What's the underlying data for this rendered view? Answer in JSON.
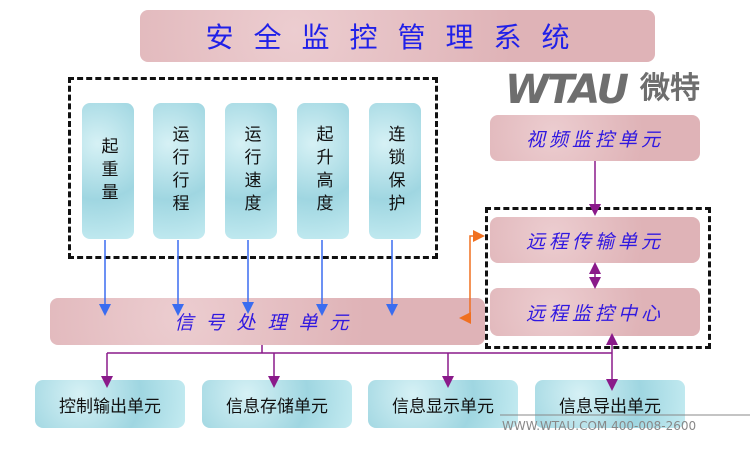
{
  "title": "安全监控管理系统",
  "sensors": [
    "起重量",
    "运行行程",
    "运行速度",
    "起升高度",
    "连锁保护"
  ],
  "signal_unit": "信号处理单元",
  "video_unit": "视频监控单元",
  "remote_transmission": "远程传输单元",
  "remote_center": "远程监控中心",
  "outputs": [
    "控制输出单元",
    "信息存储单元",
    "信息显示单元",
    "信息导出单元"
  ],
  "watermark": {
    "logo": "WTAU",
    "logo_cn": "微特",
    "site": "WWW.WTAU.COM 400-008-2600"
  },
  "colors": {
    "arrow_blue": "#3a6cf0",
    "arrow_purple": "#8a1a8a",
    "arrow_orange": "#f07020"
  }
}
